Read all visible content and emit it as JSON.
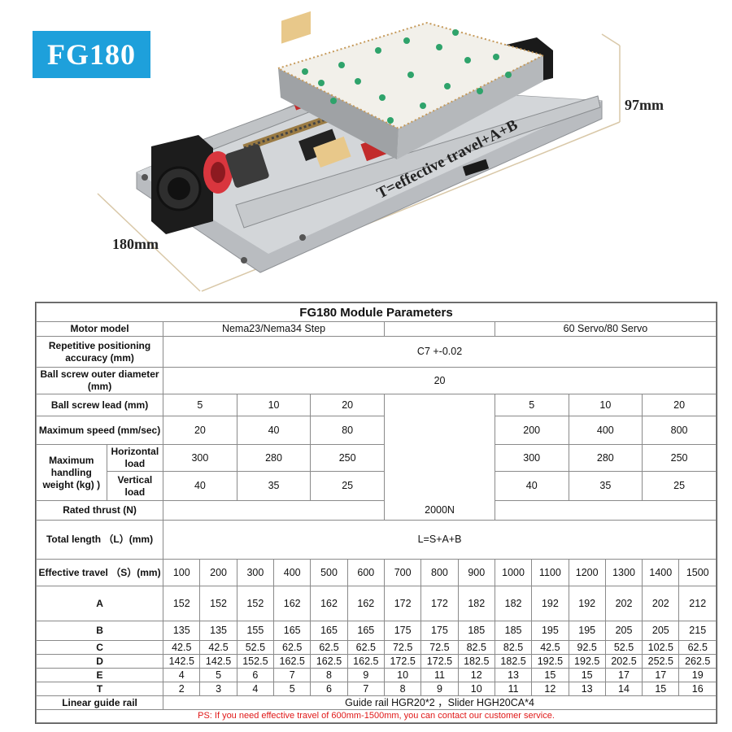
{
  "badge": "FG180",
  "dimensions": {
    "height": "97mm",
    "width": "180mm",
    "travel": "T=effective travel+A+B"
  },
  "colors": {
    "badge_bg": "#1ea0db",
    "notice": "#e01818"
  },
  "table": {
    "title": "FG180 Module Parameters",
    "motor_model_label": "Motor model",
    "motor_step": "Nema23/Nema34 Step",
    "motor_servo": "60 Servo/80 Servo",
    "accuracy_label": "Repetitive positioning accuracy (mm)",
    "accuracy_value": "C7 +-0.02",
    "screw_diameter_label": "Ball screw outer diameter (mm)",
    "screw_diameter_value": "20",
    "lead_label": "Ball screw lead (mm)",
    "lead_step": [
      "5",
      "10",
      "20"
    ],
    "lead_servo": [
      "5",
      "10",
      "20"
    ],
    "speed_label": "Maximum speed (mm/sec)",
    "speed_step": [
      "20",
      "40",
      "80"
    ],
    "speed_servo": [
      "200",
      "400",
      "800"
    ],
    "handling_label": "Maximum handling weight (kg) )",
    "horizontal_label": "Horizontal load",
    "horizontal_step": [
      "300",
      "280",
      "250"
    ],
    "horizontal_servo": [
      "300",
      "280",
      "250"
    ],
    "vertical_label": "Vertical load",
    "vertical_step": [
      "40",
      "35",
      "25"
    ],
    "vertical_servo": [
      "40",
      "35",
      "25"
    ],
    "thrust_label": "Rated thrust (N)",
    "thrust_value": "2000N",
    "length_label": "Total length （L）(mm)",
    "length_value": "L=S+A+B",
    "travel_label": "Effective travel （S）(mm)",
    "travel_values": [
      "100",
      "200",
      "300",
      "400",
      "500",
      "600",
      "700",
      "800",
      "900",
      "1000",
      "1100",
      "1200",
      "1300",
      "1400",
      "1500"
    ],
    "rows": [
      {
        "label": "A",
        "values": [
          "152",
          "152",
          "152",
          "162",
          "162",
          "162",
          "172",
          "172",
          "182",
          "182",
          "192",
          "192",
          "202",
          "202",
          "212"
        ]
      },
      {
        "label": "B",
        "values": [
          "135",
          "135",
          "155",
          "165",
          "165",
          "165",
          "175",
          "175",
          "185",
          "185",
          "195",
          "195",
          "205",
          "205",
          "215"
        ]
      },
      {
        "label": "C",
        "values": [
          "42.5",
          "42.5",
          "52.5",
          "62.5",
          "62.5",
          "62.5",
          "72.5",
          "72.5",
          "82.5",
          "82.5",
          "42.5",
          "92.5",
          "52.5",
          "102.5",
          "62.5"
        ]
      },
      {
        "label": "D",
        "values": [
          "142.5",
          "142.5",
          "152.5",
          "162.5",
          "162.5",
          "162.5",
          "172.5",
          "172.5",
          "182.5",
          "182.5",
          "192.5",
          "192.5",
          "202.5",
          "252.5",
          "262.5"
        ]
      },
      {
        "label": "E",
        "values": [
          "4",
          "5",
          "6",
          "7",
          "8",
          "9",
          "10",
          "11",
          "12",
          "13",
          "15",
          "15",
          "17",
          "17",
          "19"
        ]
      },
      {
        "label": "T",
        "values": [
          "2",
          "3",
          "4",
          "5",
          "6",
          "7",
          "8",
          "9",
          "10",
          "11",
          "12",
          "13",
          "14",
          "15",
          "16"
        ]
      }
    ],
    "rail_label": "Linear guide rail",
    "rail_value": "Guide rail HGR20*2 ，Slider HGH20CA*4",
    "notice": "PS: If you need effective travel of 600mm-1500mm, you can contact our customer service."
  }
}
